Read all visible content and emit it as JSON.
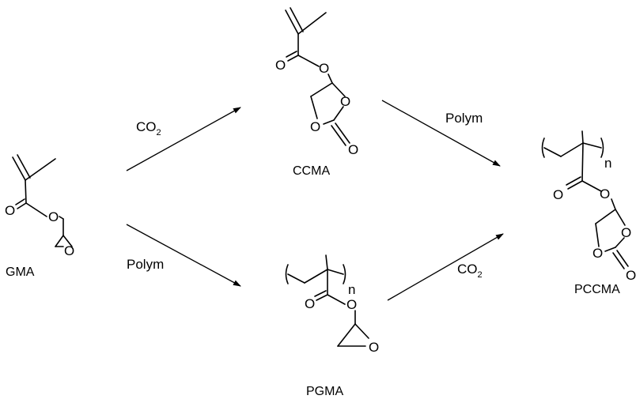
{
  "compounds": {
    "gma": "GMA",
    "ccma": "CCMA",
    "pgma": "PGMA",
    "pccma": "PCCMA"
  },
  "atoms": {
    "oxygen": "O",
    "repeat_n": "n"
  },
  "reagents": {
    "co2_base": "CO",
    "co2_sub": "2",
    "polym": "Polym"
  },
  "colors": {
    "ink": "#000000",
    "background": "#ffffff"
  }
}
